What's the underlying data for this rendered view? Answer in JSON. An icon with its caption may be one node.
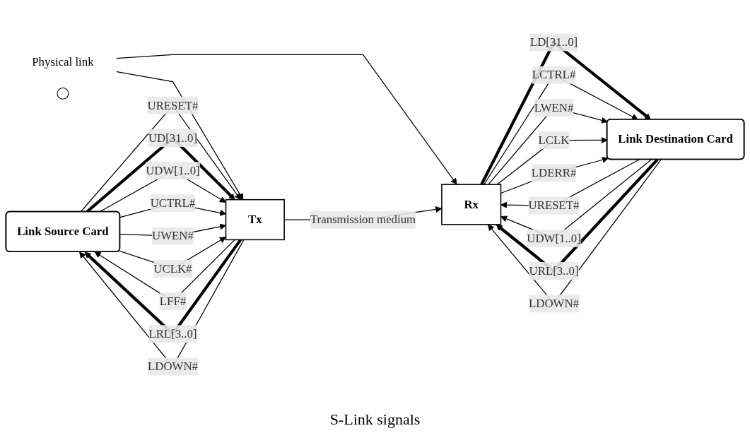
{
  "diagram": {
    "caption": "S-Link signals",
    "nodes": [
      {
        "text": [
          "Physical link"
        ]
      },
      {
        "text": [
          "Link Source Card"
        ]
      },
      {
        "text": [
          "Tx"
        ]
      },
      {
        "text": [],
        "shape": "circle"
      },
      {
        "text": [
          "Rx"
        ]
      },
      {
        "text": [
          "Link Destination Card"
        ]
      }
    ],
    "edges": [
      {
        "from": 0,
        "to": 2,
        "arrow": "to"
      },
      {
        "from": 0,
        "to": 4,
        "arrow": "to"
      },
      {
        "from": 1,
        "to": 2,
        "arrow": "to",
        "label": "URESET#"
      },
      {
        "from": 1,
        "to": 2,
        "arrow": "to",
        "label": "UD[31..0]",
        "style": "thick"
      },
      {
        "from": 1,
        "to": 2,
        "arrow": "to",
        "label": "UDW[1..0]"
      },
      {
        "from": 1,
        "to": 2,
        "arrow": "to",
        "label": "UCTRL#"
      },
      {
        "from": 1,
        "to": 2,
        "arrow": "to",
        "label": "UWEN#"
      },
      {
        "from": 1,
        "to": 2,
        "arrow": "to",
        "label": "UCLK#"
      },
      {
        "from": 2,
        "to": 1,
        "arrow": "to",
        "label": "LFF#"
      },
      {
        "from": 2,
        "to": 1,
        "arrow": "to",
        "label": "LRL[3..0]",
        "style": "thick"
      },
      {
        "from": 2,
        "to": 1,
        "arrow": "to",
        "label": "LDOWN#"
      },
      {
        "from": 2,
        "to": 4,
        "arrow": "to",
        "label": "Transmission medium"
      },
      {
        "from": 5,
        "to": 4,
        "arrow": "to",
        "label": "URESET#"
      },
      {
        "from": 4,
        "to": 5,
        "arrow": "to",
        "label": "LD[31..0]",
        "style": "thick"
      },
      {
        "from": 5,
        "to": 4,
        "arrow": "to",
        "label": "UDW[1..0]"
      },
      {
        "from": 4,
        "to": 5,
        "arrow": "to",
        "label": "LCTRL#"
      },
      {
        "from": 4,
        "to": 5,
        "arrow": "to",
        "label": "LWEN#"
      },
      {
        "from": 4,
        "to": 5,
        "arrow": "to",
        "label": "LCLK"
      },
      {
        "from": 4,
        "to": 5,
        "arrow": "to",
        "label": "LDERR#"
      },
      {
        "from": 5,
        "to": 4,
        "arrow": "to",
        "label": "URL[3..0]",
        "style": "thick"
      },
      {
        "from": 5,
        "to": 4,
        "arrow": "to",
        "label": "LDOWN#"
      }
    ]
  }
}
